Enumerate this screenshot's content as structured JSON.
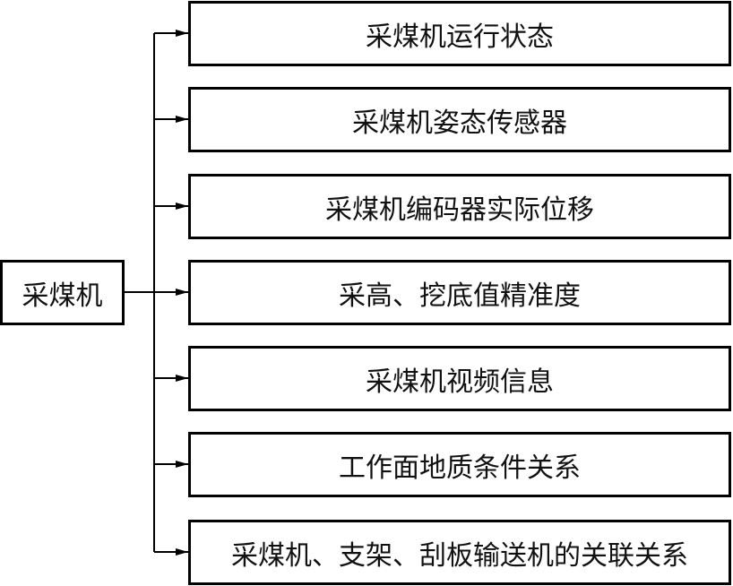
{
  "root": {
    "label": "采煤机"
  },
  "items": [
    {
      "label": "采煤机运行状态"
    },
    {
      "label": "采煤机姿态传感器"
    },
    {
      "label": "采煤机编码器实际位移"
    },
    {
      "label": "采高、挖底值精准度"
    },
    {
      "label": "采煤机视频信息"
    },
    {
      "label": "工作面地质条件关系"
    },
    {
      "label": "采煤机、支架、刮板输送机的关联关系"
    }
  ]
}
